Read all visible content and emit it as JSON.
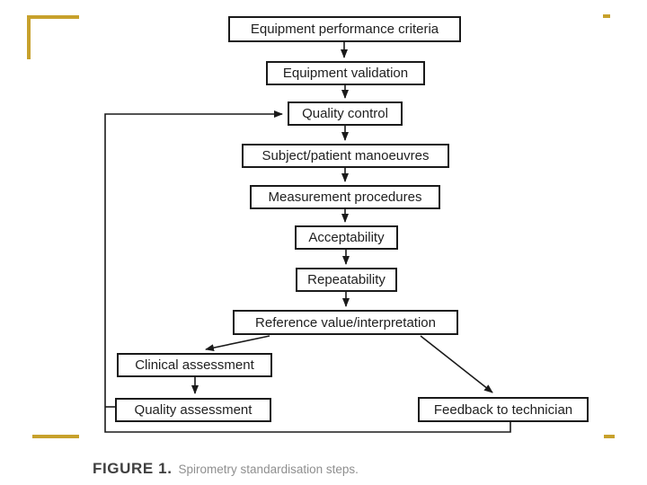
{
  "figure": {
    "nodes": [
      {
        "id": "equipment-performance-criteria",
        "label": "Equipment performance criteria"
      },
      {
        "id": "equipment-validation",
        "label": "Equipment validation"
      },
      {
        "id": "quality-control",
        "label": "Quality control"
      },
      {
        "id": "subject-patient-manoeuvres",
        "label": "Subject/patient manoeuvres"
      },
      {
        "id": "measurement-procedures",
        "label": "Measurement procedures"
      },
      {
        "id": "acceptability",
        "label": "Acceptability"
      },
      {
        "id": "repeatability",
        "label": "Repeatability"
      },
      {
        "id": "reference-value-interpretation",
        "label": "Reference value/interpretation"
      },
      {
        "id": "clinical-assessment",
        "label": "Clinical assessment"
      },
      {
        "id": "quality-assessment",
        "label": "Quality assessment"
      },
      {
        "id": "feedback-to-technician",
        "label": "Feedback to technician"
      }
    ],
    "edges": [
      {
        "from": "Equipment performance criteria",
        "to": "Equipment validation"
      },
      {
        "from": "Equipment validation",
        "to": "Quality control"
      },
      {
        "from": "Quality control",
        "to": "Subject/patient manoeuvres"
      },
      {
        "from": "Subject/patient manoeuvres",
        "to": "Measurement procedures"
      },
      {
        "from": "Measurement procedures",
        "to": "Acceptability"
      },
      {
        "from": "Acceptability",
        "to": "Repeatability"
      },
      {
        "from": "Repeatability",
        "to": "Reference value/interpretation"
      },
      {
        "from": "Reference value/interpretation",
        "to": "Clinical assessment"
      },
      {
        "from": "Reference value/interpretation",
        "to": "Feedback to technician"
      },
      {
        "from": "Clinical assessment",
        "to": "Quality assessment"
      },
      {
        "from": "Quality assessment",
        "to": "Quality control"
      },
      {
        "from": "Feedback to technician",
        "to": "Quality control"
      }
    ],
    "caption": {
      "figure_label": "FIGURE 1.",
      "text": "Spirometry standardisation steps."
    },
    "colors": {
      "accent_gold": "#C7A12C",
      "box_border": "#1a1a1a",
      "box_text": "#1f1f1f",
      "caption_label": "#3f3f3f",
      "caption_text": "#8f8f8f",
      "background": "#ffffff"
    }
  }
}
